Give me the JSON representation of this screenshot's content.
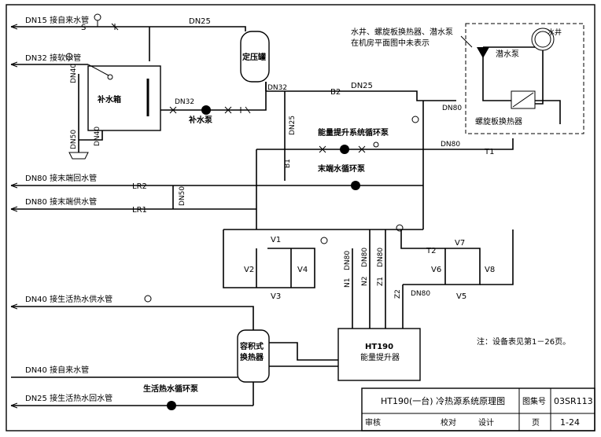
{
  "labels": {
    "dn15_tap": "DN15 接自来水管",
    "dn32_soft": "DN32 接软水管",
    "dn25_top": "DN25",
    "dn40_v": "DN40",
    "dn50_v": "DN50",
    "dn40_v2": "DN40",
    "s": "S",
    "makeup_tank": "补水箱",
    "dn32_pump": "DN32",
    "makeup_pump": "补水泵",
    "pressure_tank": "定压罐",
    "dn32_b": "DN32",
    "b2": "B2",
    "dn25_b2": "DN25",
    "dn25_v": "DN25",
    "b1": "B1",
    "dn80_right1": "DN80",
    "dn80_right2": "DN80",
    "t1": "T1",
    "energy_pump": "能量提升系统循环泵",
    "terminal_pump": "末端水循环泵",
    "dn80_return": "DN80 接末端回水管",
    "dn80_supply": "DN80 接末端供水管",
    "lr2": "LR2",
    "lr1": "LR1",
    "dn50_mid": "DN50",
    "v1": "V1",
    "v2": "V2",
    "v3": "V3",
    "v4": "V4",
    "v5": "V5",
    "v6": "V6",
    "v7": "V7",
    "v8": "V8",
    "t2": "T2",
    "dn80_a": "DN80",
    "dn80_b": "DN80",
    "dn80_c": "DN80",
    "dn80_d": "DN80",
    "n1": "N1",
    "n2": "N2",
    "z1": "Z1",
    "z2": "Z2",
    "dn40_hot": "DN40 接生活热水供水管",
    "dn40_tap": "DN40 接自来水管",
    "dn25_hotret": "DN25 接生活热水回水管",
    "hot_pump": "生活热水循环泵",
    "volumetric_hx": "容积式",
    "volumetric_hx2": "换热器",
    "ht190": "HT190",
    "ht190_sub": "能量提升器",
    "well_note1": "水井、螺旋板换热器、潜水泵",
    "well_note2": "在机房平面图中未表示",
    "well": "水井",
    "sub_pump": "潜水泵",
    "spiral_hx": "螺旋板换热器",
    "note": "注：设备表见第1－26页。"
  },
  "title_block": {
    "title": "HT190(一台) 冷热源系统原理图",
    "atlas_label": "图集号",
    "atlas_no": "03SR113",
    "review": "审核",
    "check": "校对",
    "design": "设计",
    "page_label": "页",
    "page_no": "1-24"
  }
}
